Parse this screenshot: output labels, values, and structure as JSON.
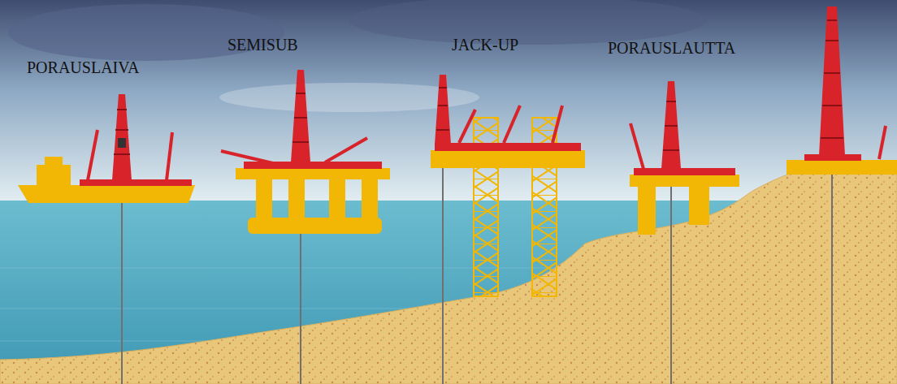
{
  "diagram": {
    "labels": [
      "PORAUSLAIVA",
      "SEMISUB",
      "JACK-UP",
      "PORAUSLAUTTA"
    ]
  }
}
